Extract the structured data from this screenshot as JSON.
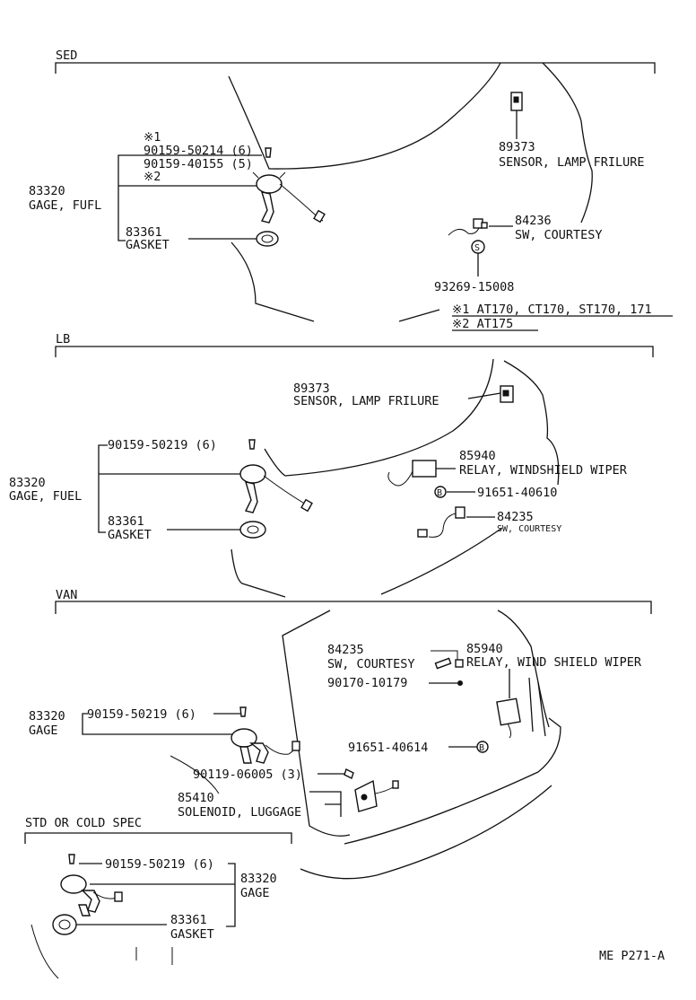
{
  "sections": {
    "sed": {
      "label": "SED",
      "note1": "※1",
      "bolt_a": "90159-50214 (6)",
      "bolt_b": "90159-40155 (5)",
      "note2": "※2",
      "gage_no": "83320",
      "gage_name": "GAGE, FUFL",
      "gasket_no": "83361",
      "gasket_name": "GASKET",
      "sensor_no": "89373",
      "sensor_name": "SENSOR, LAMP FRILURE",
      "switch_no": "84236",
      "switch_name": "SW, COURTESY",
      "screw_no": "93269-15008",
      "footnote1": "※1 AT170, CT170, ST170, 171",
      "footnote2": "※2 AT175"
    },
    "lb": {
      "label": "LB",
      "sensor_no": "89373",
      "sensor_name": "SENSOR, LAMP FRILURE",
      "bolt": "90159-50219 (6)",
      "gage_no": "83320",
      "gage_name": "GAGE, FUEL",
      "relay_no": "85940",
      "relay_name": "RELAY, WINDSHIELD WIPER",
      "screw_no": "91651-40610",
      "switch_no": "84235",
      "switch_name": "SW, COURTESY",
      "gasket_no": "83361",
      "gasket_name": "GASKET"
    },
    "van": {
      "label": "VAN",
      "switch_no": "84235",
      "switch_name": "SW, COURTESY",
      "relay_no": "85940",
      "relay_name": "RELAY, WIND SHIELD WIPER",
      "clip_no": "90170-10179",
      "gage_no": "83320",
      "gage_name": "GAGE",
      "bolt": "90159-50219 (6)",
      "screw_no": "91651-40614",
      "screw2": "90119-06005 (3)",
      "solenoid_no": "85410",
      "solenoid_name": "SOLENOID, LUGGAGE"
    },
    "std": {
      "label": "STD OR COLD SPEC",
      "bolt": "90159-50219 (6)",
      "gage_no": "83320",
      "gage_name": "GAGE",
      "gasket_no": "83361",
      "gasket_name": "GASKET"
    }
  },
  "symbols": {
    "bolt_marker": "B",
    "screw_marker": "S"
  },
  "page_code": "ME P271-A"
}
